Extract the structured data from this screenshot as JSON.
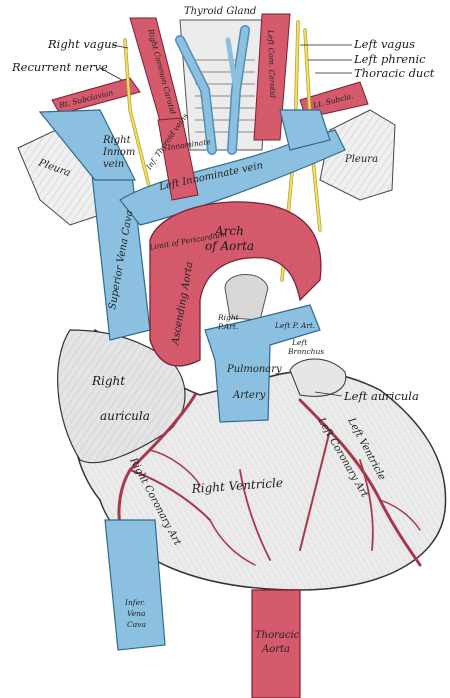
{
  "labels": {
    "thyroid_gland": "Thyroid Gland",
    "right_vagus": "Right vagus",
    "recurrent_nerve": "Recurrent nerve",
    "left_vagus": "Left vagus",
    "left_phrenic": "Left phrenic",
    "thoracic_duct": "Thoracic duct",
    "right_innom_vein_1": "Right",
    "right_innom_vein_2": "Innom",
    "right_innom_vein_3": "vein",
    "left_innominate_vein": "Left Innominate vein",
    "pleura_right": "Pleura",
    "pleura_left": "Pleura",
    "arch_of_aorta_1": "Arch",
    "arch_of_aorta_2": "of Aorta",
    "limit_of_pericardium": "Limit of Pericardium",
    "superior_vena_cava": "Superior Vena Cava",
    "ascending_aorta": "Ascending Aorta",
    "right_p_art_1": "Right",
    "right_p_art_2": "P.Art.",
    "left_p_art": "Left P. Art.",
    "left_bronchus_1": "Left",
    "left_bronchus_2": "Bronchus",
    "pulmonary_artery_1": "Pulmonary",
    "pulmonary_artery_2": "Artery",
    "right_auricula_1": "Right",
    "right_auricula_2": "auricula",
    "left_auricula": "Left auricula",
    "right_ventricle": "Right Ventricle",
    "left_ventricle": "Left Ventricle",
    "left_coronary_art": "Left Coronary Art",
    "right_coronary_art": "Right Coronary Art",
    "inferior_vena_cava_1": "Infer.",
    "inferior_vena_cava_2": "Vena",
    "inferior_vena_cava_3": "Cava",
    "thoracic_aorta_1": "Thoracic",
    "thoracic_aorta_2": "Aorta",
    "right_subclavian": "Rt. Subclavian",
    "left_subclavian": "Lt. Subcla.",
    "right_carotid": "Right Common Carotid",
    "left_carotid": "Left Com. Carotid",
    "inf_thyroid_veins": "Inf. Thyroid veins",
    "innominate_art": "Innominate"
  },
  "colors": {
    "artery": "#d45a6c",
    "artery_dark": "#a8374a",
    "vein": "#8cc0e0",
    "vein_dark": "#4f8fb8",
    "nerve": "#f2e06a",
    "heart": "#e9e9ea",
    "outline": "#3a3a3a"
  }
}
